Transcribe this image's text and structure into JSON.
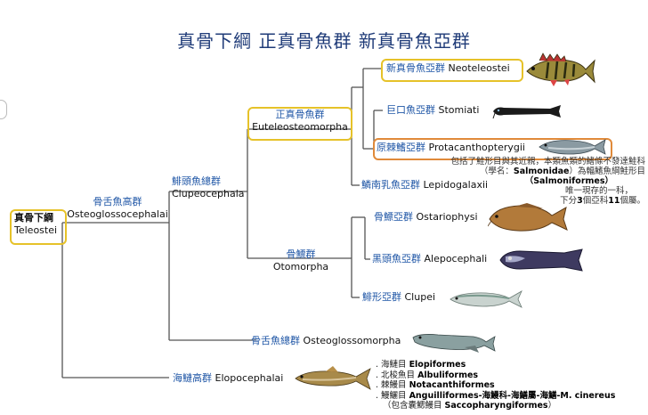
{
  "title": "真骨下綱 正真骨魚群 新真骨魚亞群",
  "nodes": {
    "teleostei": {
      "cn": "真骨下綱",
      "en": "Teleostei"
    },
    "osteoglossocephalai": {
      "cn": "骨舌魚高群",
      "en": "Osteoglossocephalai"
    },
    "clupeocephala": {
      "cn": "鯡頭魚總群",
      "en": "Clupeocephala"
    },
    "euteleosteomorpha": {
      "cn": "正真骨魚群",
      "en": "Euteleosteomorpha"
    },
    "otomorpha": {
      "cn": "骨鰾群",
      "en": "Otomorpha"
    },
    "elopocephalai": {
      "cn": "海鰱高群",
      "en": "Elopocephalai"
    },
    "osteoglossomorpha": {
      "cn": "骨舌魚總群",
      "en": "Osteoglossomorpha"
    }
  },
  "leaves": [
    {
      "cn": "新真骨魚亞群",
      "en": "Neoteleostei"
    },
    {
      "cn": "巨口魚亞群",
      "en": "Stomiati"
    },
    {
      "cn": "原棘鰭亞群",
      "en": "Protacanthopterygii"
    },
    {
      "cn": "鱗南乳魚亞群",
      "en": "Lepidogalaxii"
    },
    {
      "cn": "骨鰾亞群",
      "en": "Ostariophysi"
    },
    {
      "cn": "黑頭魚亞群",
      "en": "Alepocephali"
    },
    {
      "cn": "鯡形亞群",
      "en": "Clupei"
    }
  ],
  "salmon_note": {
    "line1": "包括了鮭形目與其近親，本類魚類的鰭條不發達鮭科",
    "line2_pre": "（學名：",
    "line2_bold": "Salmonidae",
    "line2_post": "）為輻鰭魚綱鮭形目",
    "line3_bold": "（Salmoniformes）",
    "line4": "唯一現存的一科，",
    "line5_pre": "下分",
    "line5_b1": "3",
    "line5_mid": "個亞科",
    "line5_b2": "11",
    "line5_post": "個屬。"
  },
  "elopo_orders": [
    {
      "cn": ". 海鰱目 ",
      "en": "Elopiformes",
      "extra": ""
    },
    {
      "cn": ". 北梭魚目 ",
      "en": "Albuliformes",
      "extra": ""
    },
    {
      "cn": ". 棘鰻目 ",
      "en": "Notacanthiformes",
      "extra": ""
    },
    {
      "cn": ". 鰻鱺目 ",
      "en": "Anguilliformes",
      "extra": "-海鰻科-海鱔屬-海鱔-M. cinereus"
    }
  ],
  "elopo_last": {
    "pre": "（包含囊鰓鰻目 ",
    "bold": "Saccopharyngiformes",
    "post": "）"
  },
  "colors": {
    "title": "#1f3b78",
    "chinese_label": "#1f56a6",
    "highlight": "#e6c229",
    "highlight_alt": "#e08a3a",
    "lines": "#555555"
  },
  "icons": [
    "perch-fish-icon",
    "dragonfish-icon",
    "salmon-fish-icon",
    "carp-fish-icon",
    "slickhead-fish-icon",
    "herring-fish-icon",
    "arowana-fish-icon",
    "ladyfish-icon"
  ]
}
